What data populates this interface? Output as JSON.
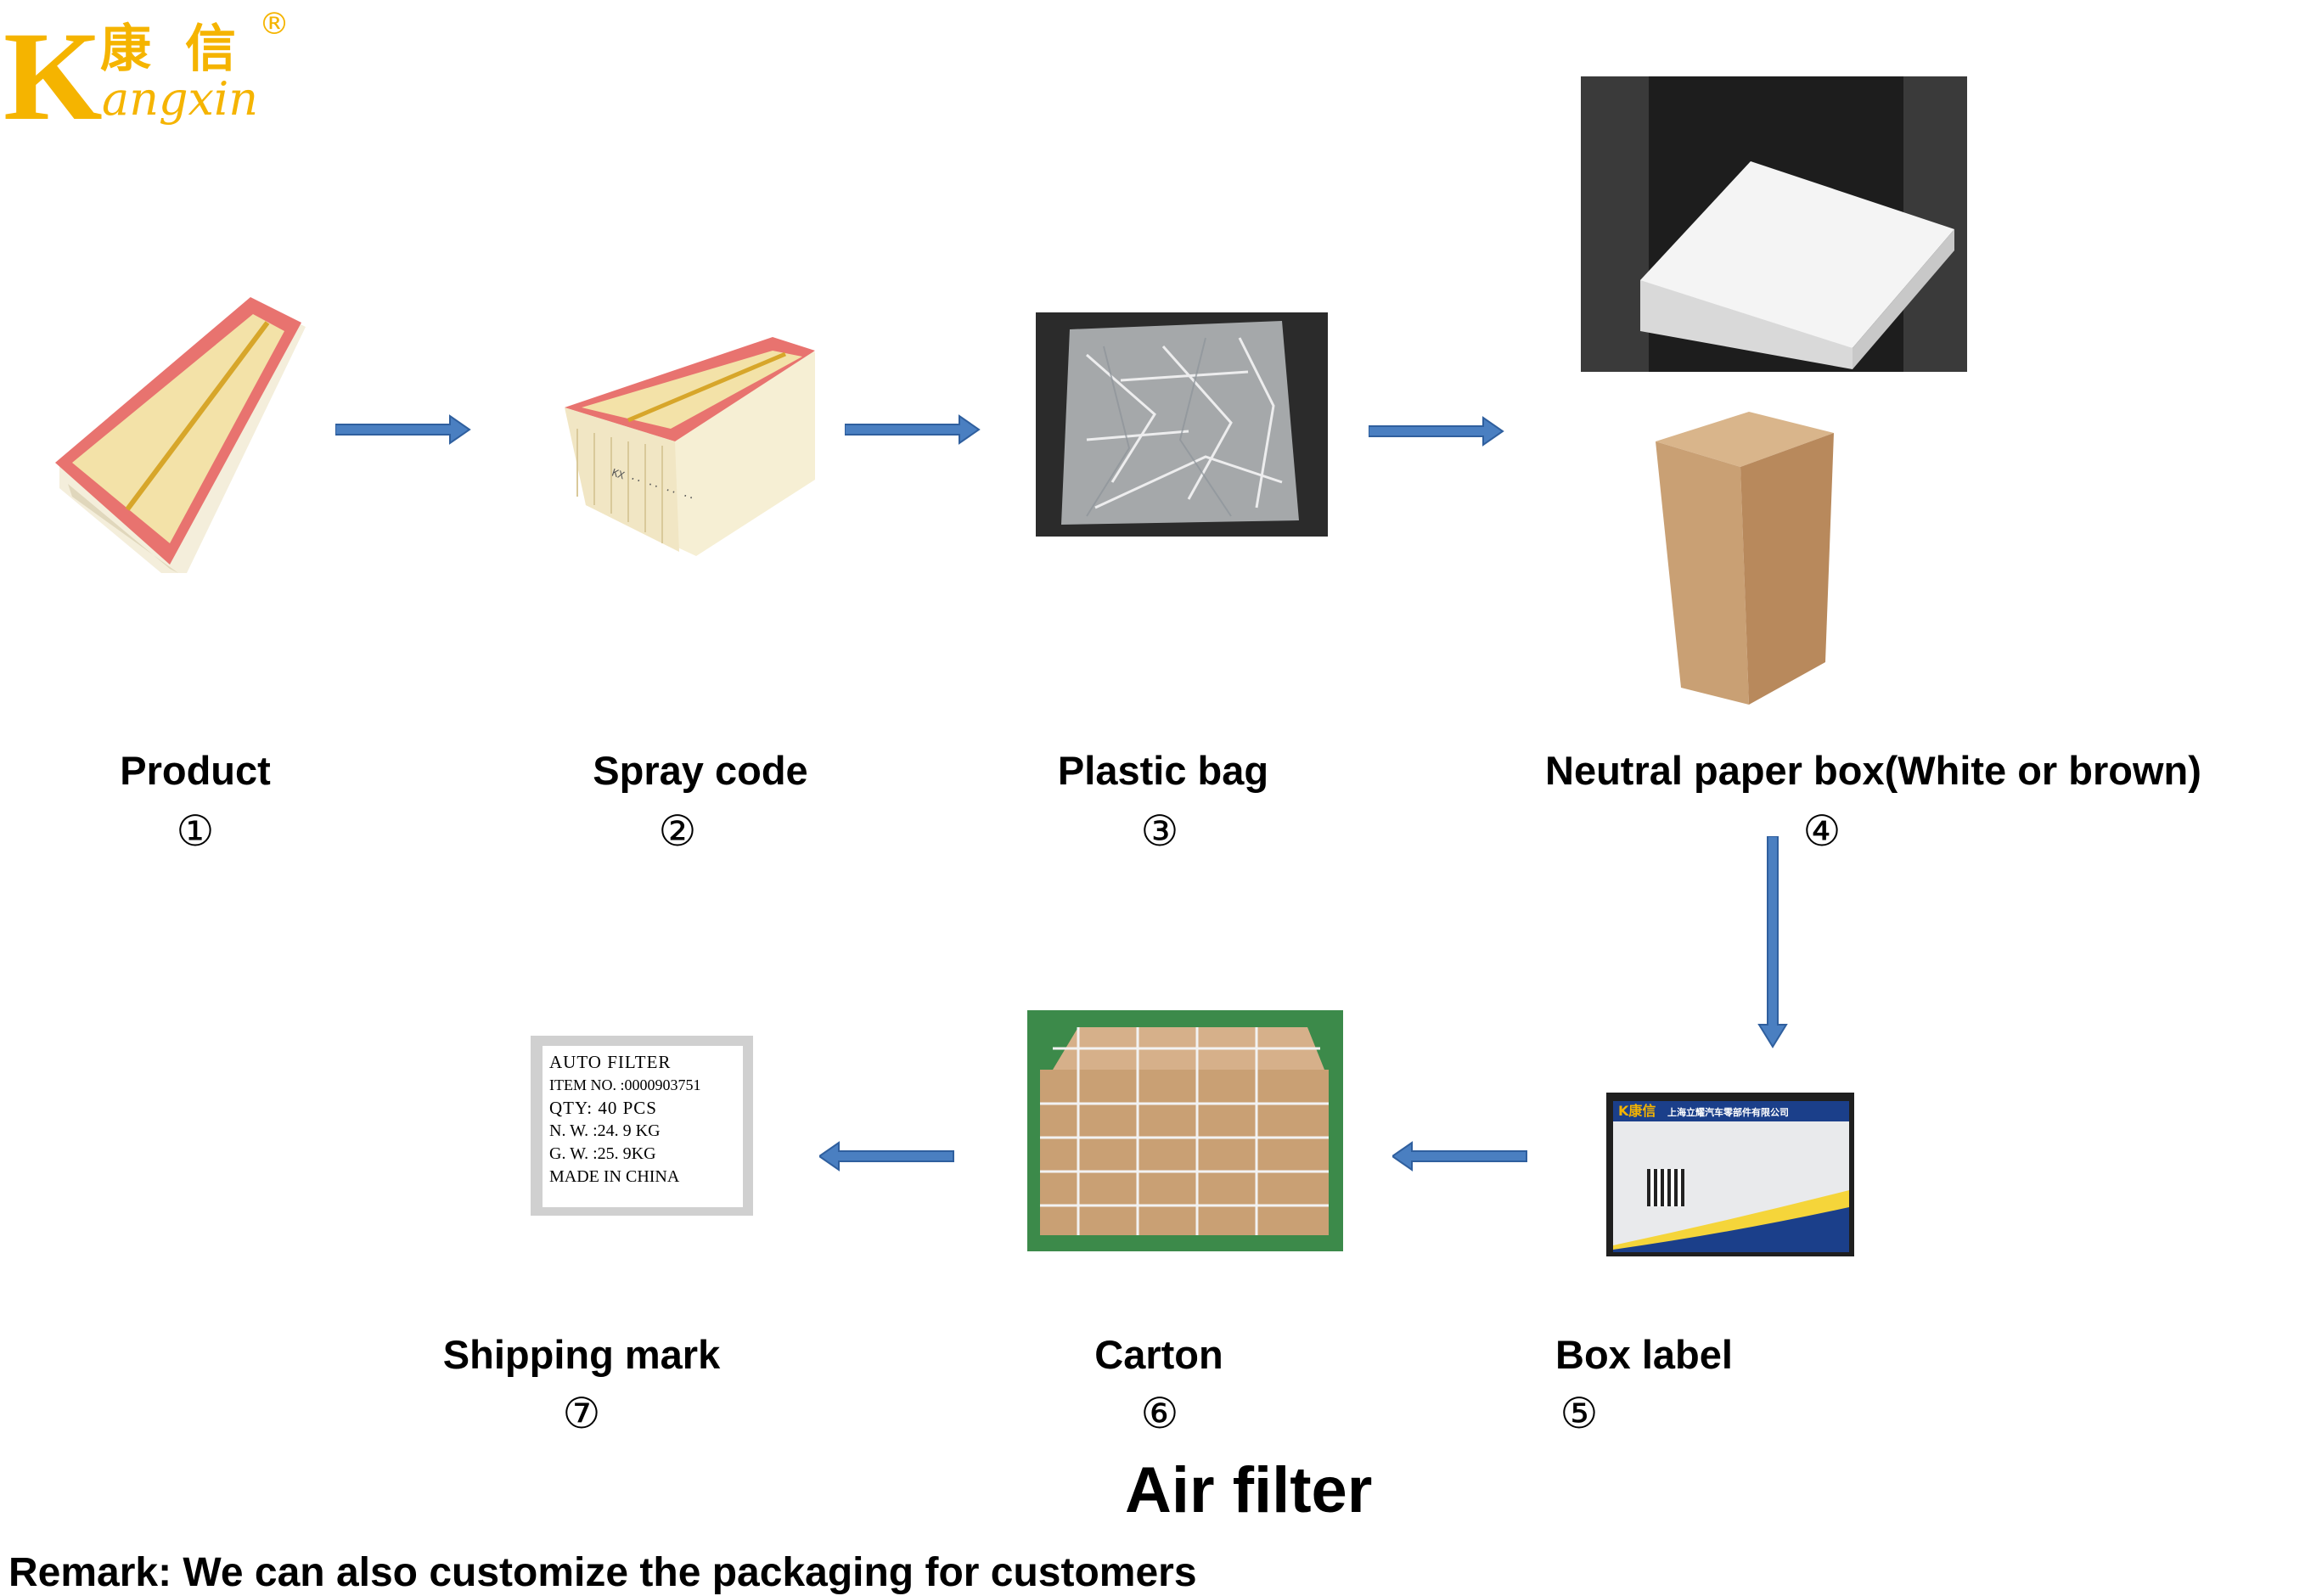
{
  "logo": {
    "letter_k": "K",
    "chinese_1": "康",
    "chinese_2": "信",
    "latin": "angxin",
    "registered": "®",
    "color": "#f5b400"
  },
  "steps": [
    {
      "label": "Product",
      "number": "①"
    },
    {
      "label": "Spray code",
      "number": "②"
    },
    {
      "label": "Plastic bag",
      "number": "③"
    },
    {
      "label": "Neutral paper box(White or brown)",
      "number": "④"
    },
    {
      "label": "Box label",
      "number": "⑤"
    },
    {
      "label": "Carton",
      "number": "⑥"
    },
    {
      "label": "Shipping mark",
      "number": "⑦"
    }
  ],
  "shipping_mark": {
    "lines": [
      "AUTO  FILTER",
      "ITEM  NO. :0000903751",
      "QTY:  40  PCS",
      "N. W. :24. 9  KG",
      "G. W. :25. 9KG",
      "MADE  IN  CHINA"
    ]
  },
  "box_label": {
    "brand": "K康信",
    "company": "上海立耀汽车零部件有限公司"
  },
  "title": "Air filter",
  "remark": "Remark: We can also customize the packaging for customers",
  "colors": {
    "arrow": "#4a7fc1",
    "arrow_stroke": "#2f5f9e",
    "filter_frame": "#e8736f",
    "filter_media": "#f3e2a8",
    "kraft": "#c9a074",
    "dark_bg": "#2b2b2b",
    "green_bg": "#3c8a4a"
  }
}
